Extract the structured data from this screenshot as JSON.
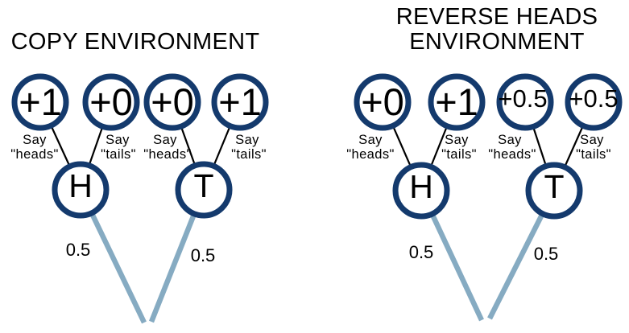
{
  "colors": {
    "node_stroke": "#143a6d",
    "branch_line": "#86abc2",
    "text": "#000000",
    "background": "#ffffff"
  },
  "left_tree": {
    "title": "COPY ENVIRONMENT",
    "leaves": [
      {
        "reward": "+1",
        "say": "Say",
        "word": "\"heads\""
      },
      {
        "reward": "+0",
        "say": "Say",
        "word": "\"tails\""
      },
      {
        "reward": "+0",
        "say": "Say",
        "word": "\"heads\""
      },
      {
        "reward": "+1",
        "say": "Say",
        "word": "\"tails\""
      }
    ],
    "coins": [
      {
        "label": "H",
        "prob": "0.5"
      },
      {
        "label": "T",
        "prob": "0.5"
      }
    ]
  },
  "right_tree": {
    "title_line1": "REVERSE HEADS",
    "title_line2": "ENVIRONMENT",
    "leaves": [
      {
        "reward": "+0",
        "say": "Say",
        "word": "\"heads\""
      },
      {
        "reward": "+1",
        "say": "Say",
        "word": "\"tails\""
      },
      {
        "reward": "+0.5",
        "say": "Say",
        "word": "\"heads\""
      },
      {
        "reward": "+0.5",
        "say": "Say",
        "word": "\"tails\""
      }
    ],
    "coins": [
      {
        "label": "H",
        "prob": "0.5"
      },
      {
        "label": "T",
        "prob": "0.5"
      }
    ]
  }
}
